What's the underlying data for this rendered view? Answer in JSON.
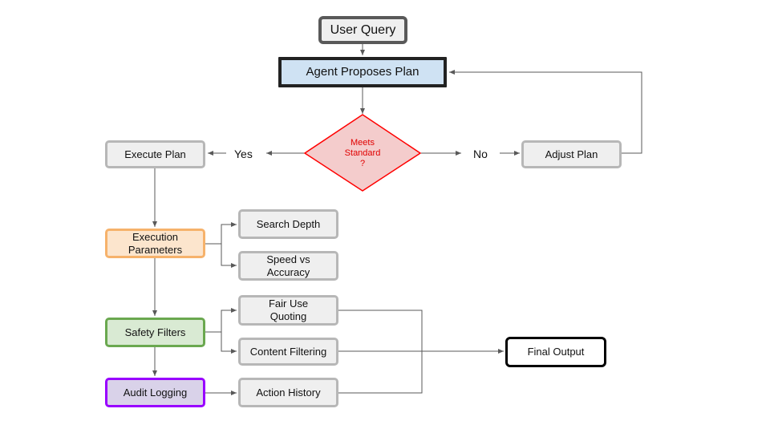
{
  "nodes": {
    "user_query": "User Query",
    "agent_proposes_plan": "Agent Proposes Plan",
    "decision": "Meets\nStandard\n?",
    "execute_plan": "Execute Plan",
    "adjust_plan": "Adjust Plan",
    "execution_parameters": "Execution\nParameters",
    "search_depth": "Search Depth",
    "speed_vs_accuracy": "Speed vs\nAccuracy",
    "safety_filters": "Safety Filters",
    "fair_use_quoting": "Fair Use\nQuoting",
    "content_filtering": "Content Filtering",
    "audit_logging": "Audit Logging",
    "action_history": "Action History",
    "final_output": "Final Output"
  },
  "edge_labels": {
    "yes": "Yes",
    "no": "No"
  },
  "colors": {
    "plan_fill": "#cfe2f3",
    "decision_fill": "#f4cccc",
    "decision_stroke": "#ff0000",
    "params_fill": "#fce5cd",
    "params_stroke": "#f6b26b",
    "safety_fill": "#d9ead3",
    "safety_stroke": "#6aa84f",
    "audit_fill": "#d9d2e9",
    "audit_stroke": "#9900ff",
    "neutral_fill": "#efefef",
    "neutral_stroke": "#b7b7b7"
  }
}
